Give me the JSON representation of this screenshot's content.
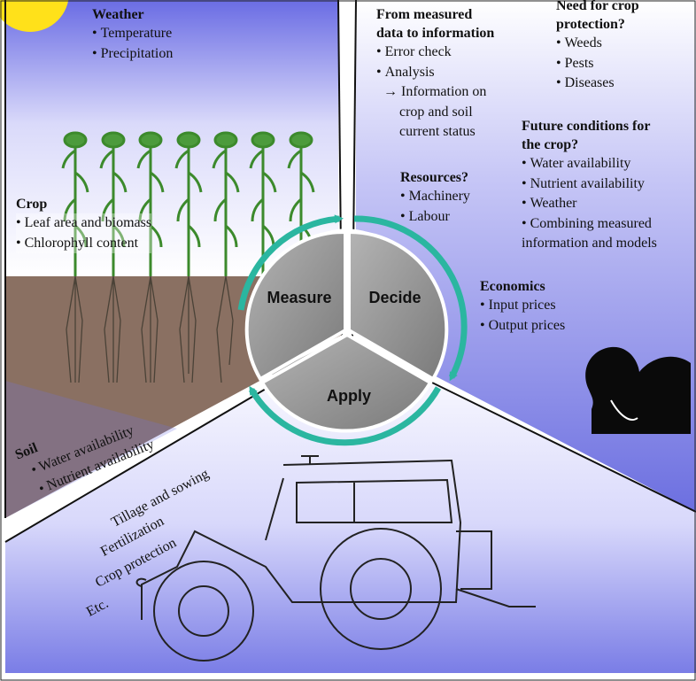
{
  "weather": {
    "title": "Weather",
    "items": [
      "Temperature",
      "Precipitation"
    ]
  },
  "crop": {
    "title": "Crop",
    "items": [
      "Leaf area and biomass",
      "Chlorophyll content"
    ]
  },
  "soil": {
    "title": "Soil",
    "items": [
      "Water availability",
      "Nutrient availability"
    ]
  },
  "info": {
    "title_line1": "From measured",
    "title_line2": "data to information",
    "items": [
      "Error check",
      "Analysis"
    ],
    "arrow_line1": "→ Information on",
    "arrow_line2": "crop and soil",
    "arrow_line3": "current status"
  },
  "protection": {
    "title_line1": "Need for crop",
    "title_line2": "protection?",
    "items": [
      "Weeds",
      "Pests",
      "Diseases"
    ]
  },
  "future": {
    "title_line1": "Future conditions for",
    "title_line2": "the crop?",
    "items": [
      "Water availability",
      "Nutrient availability",
      "Weather",
      "Combining measured"
    ],
    "continuation": "information and models"
  },
  "resources": {
    "title": "Resources?",
    "items": [
      "Machinery",
      "Labour"
    ]
  },
  "economics": {
    "title": "Economics",
    "items": [
      "Input prices",
      "Output prices"
    ]
  },
  "operations": [
    "Tillage and sowing",
    "Fertilization",
    "Crop protection",
    "Etc."
  ],
  "cycle": {
    "measure": "Measure",
    "decide": "Decide",
    "apply": "Apply"
  },
  "colors": {
    "sky_top": "#6c6fe0",
    "sky_bottom": "#ffffff",
    "soil": "#8a7062",
    "sun": "#ffe11a",
    "segment_fill": "#909090",
    "arrow": "#2bb6a0",
    "plant": "#3c8a2c",
    "silhouette": "#0a0a0a"
  }
}
